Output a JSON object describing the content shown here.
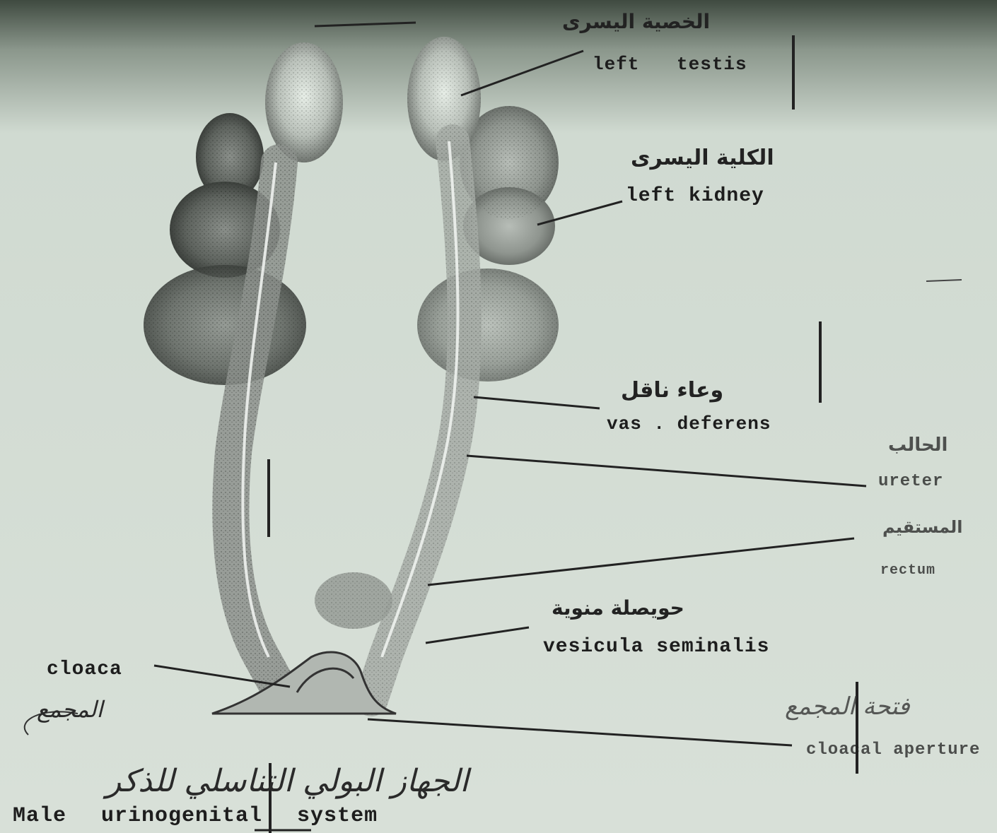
{
  "diagram": {
    "labels": {
      "left_testis_ar": "الخصية اليسرى",
      "left_testis_en": "left testis",
      "left_kidney_ar": "الكلية اليسرى",
      "left_kidney_en": "left kidney",
      "vas_deferens_ar": "وعاء ناقل",
      "vas_deferens_en": "vas . deferens",
      "ureter_ar": "الحالب",
      "ureter_en": "ureter",
      "rectum_ar": "المستقيم",
      "rectum_en": "rectum",
      "vesicula_ar": "حويصلة منوية",
      "vesicula_en": "vesicula seminalis",
      "cloaca_en": "cloaca",
      "cloaca_ar": "المجمع",
      "cloacal_aperture_ar": "فتحة المجمع",
      "cloacal_aperture_en": "cloacal aperture",
      "title_ar": "الجهاز البولي التناسلي للذكر",
      "title_en": "Male urinogenital system"
    }
  }
}
